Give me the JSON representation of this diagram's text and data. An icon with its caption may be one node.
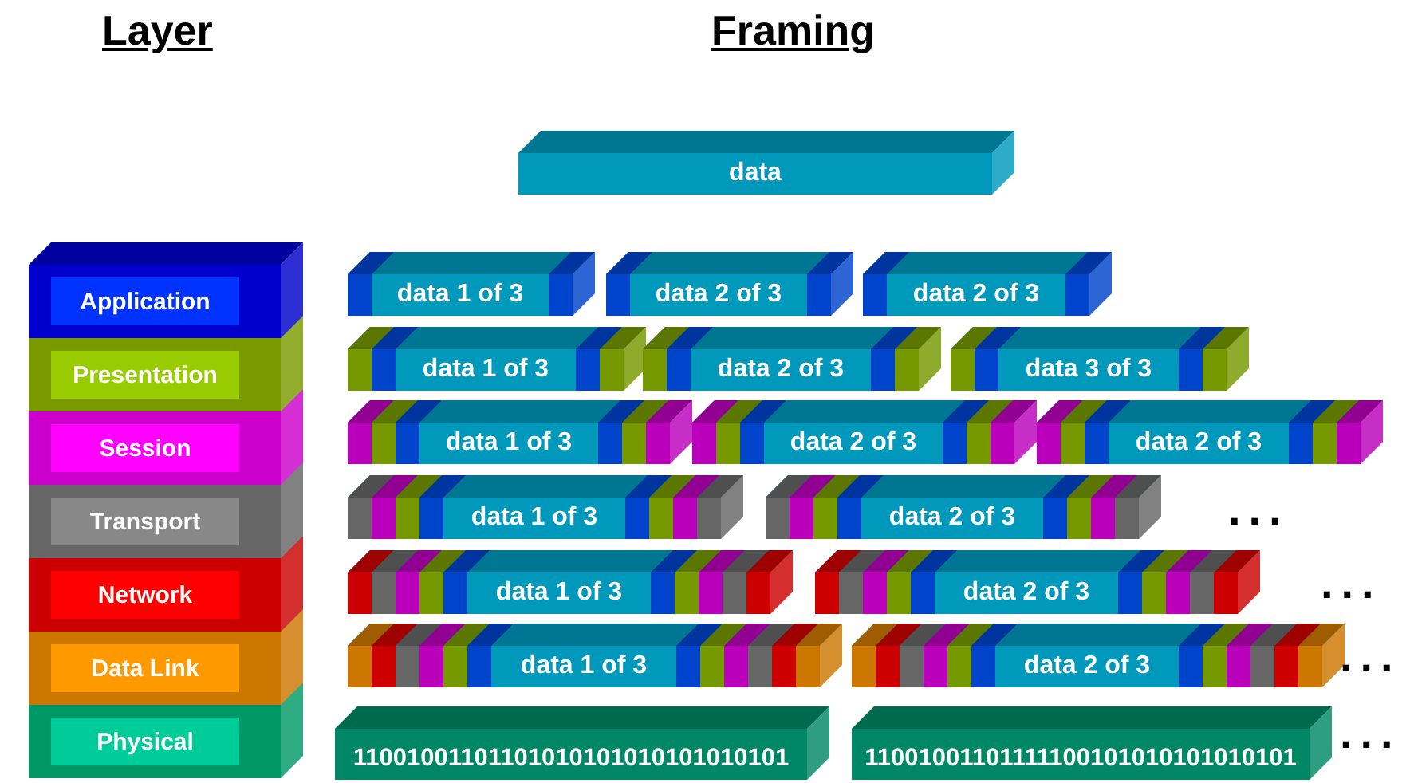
{
  "diagram": {
    "nodes": [
      {
        "text": [
          "Application"
        ]
      },
      {
        "text": [
          "Presentation"
        ]
      },
      {
        "text": [
          "Session"
        ]
      },
      {
        "text": [
          "Transport"
        ]
      },
      {
        "text": [
          "Network"
        ]
      },
      {
        "text": [
          "Data Link"
        ]
      },
      {
        "text": [
          "Physical"
        ]
      },
      {
        "text": [
          "data"
        ]
      },
      {
        "text": [
          "data 1 of 3"
        ]
      },
      {
        "text": [
          "data 2 of 3"
        ]
      },
      {
        "text": [
          "data 2 of 3"
        ]
      },
      {
        "text": [
          "data 1 of 3"
        ]
      },
      {
        "text": [
          "data 2 of 3"
        ]
      },
      {
        "text": [
          "data 3 of 3"
        ]
      },
      {
        "text": [
          "data 1 of 3"
        ]
      },
      {
        "text": [
          "data 2 of 3"
        ]
      },
      {
        "text": [
          "data 2 of 3"
        ]
      },
      {
        "text": [
          "data 1 of 3"
        ]
      },
      {
        "text": [
          "data 2 of 3"
        ]
      },
      {
        "text": [
          "data 1 of 3"
        ]
      },
      {
        "text": [
          "data 2 of 3"
        ]
      },
      {
        "text": [
          "data 1 of 3"
        ]
      },
      {
        "text": [
          "data 2 of 3"
        ]
      },
      {
        "text": [
          "11001001101101010101010101010101"
        ]
      },
      {
        "text": [
          "11001001101111100101010101010101"
        ]
      }
    ],
    "labels": [
      "Layer",
      "Framing",
      "...",
      "...",
      "...",
      "..."
    ]
  }
}
